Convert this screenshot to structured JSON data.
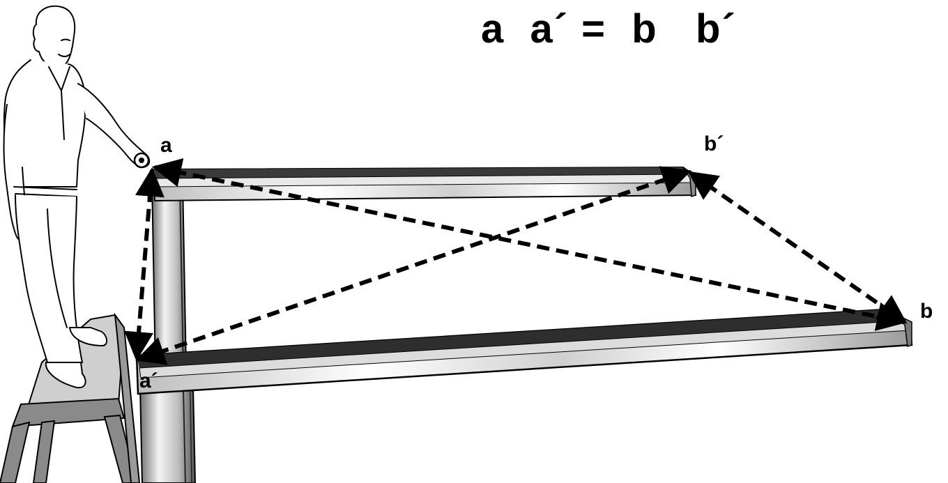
{
  "formula": "a  a´ =  b   b´",
  "labels": {
    "a": "a",
    "a_prime": "a´",
    "b": "b",
    "b_prime": "b´"
  },
  "colors": {
    "ink": "#000000",
    "metal_light": "#f2f2f2",
    "metal_mid": "#a8a8a8",
    "metal_dark": "#3a3a3a",
    "stool": "#8a8a8a"
  },
  "icons": [
    "measuring-tape-icon"
  ]
}
